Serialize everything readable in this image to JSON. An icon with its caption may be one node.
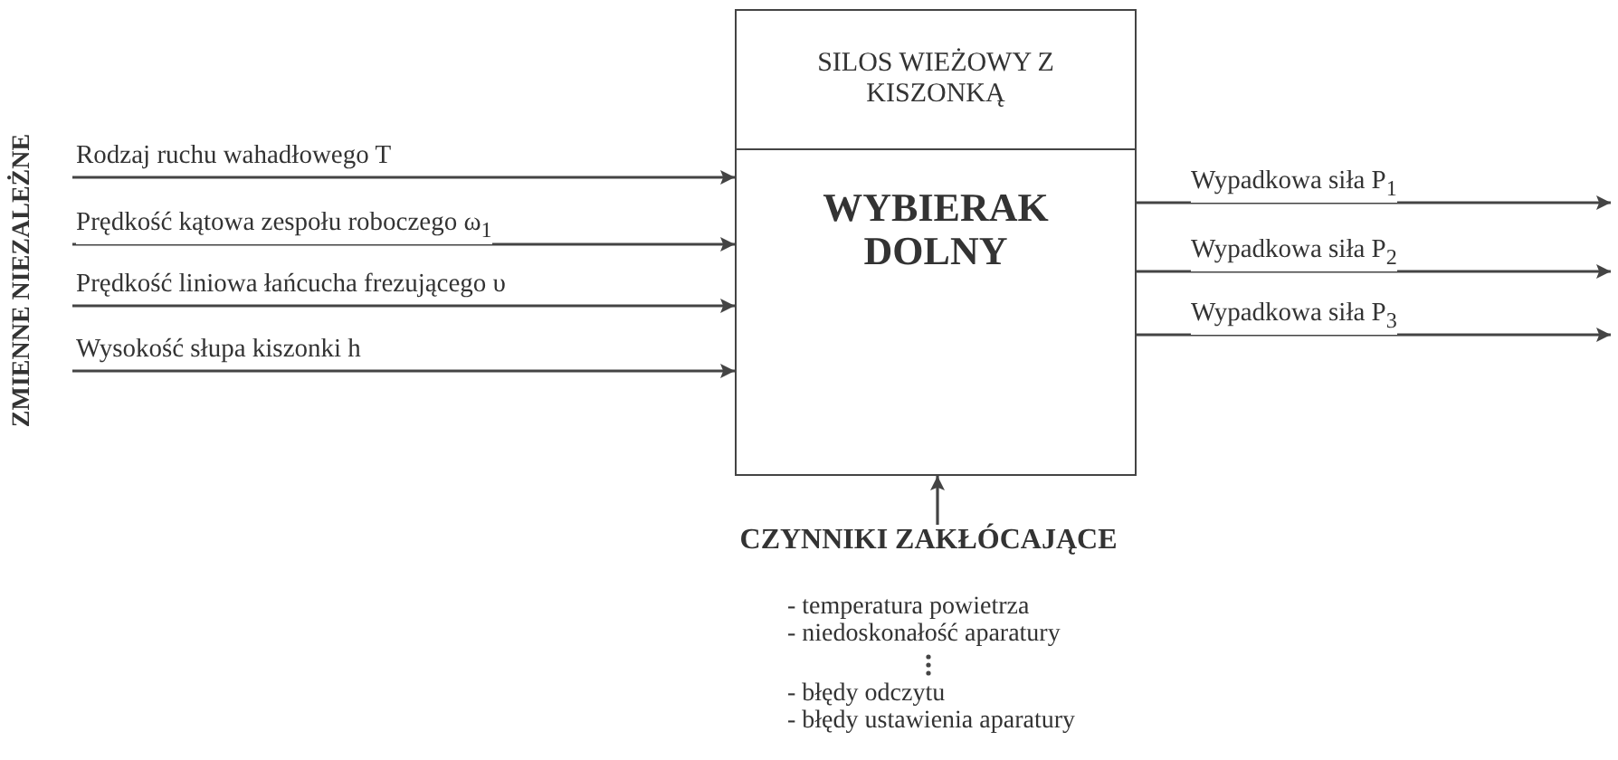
{
  "diagram": {
    "nodes": [
      {
        "text": [
          "SILOS WIEŻOWY Z KISZONKĄ"
        ]
      },
      {
        "text": [
          "WYBIERAK DOLNY"
        ]
      },
      {
        "text": [
          "CZYNNIKI ZAKŁÓCAJĄCE"
        ],
        "beside": [
          "- temperatura powietrza",
          "- niedoskonałość aparatury",
          "- błędy odczytu",
          "- błędy ustawienia aparatury"
        ]
      }
    ],
    "edges": [
      {
        "from": null,
        "to": 1,
        "arrow": "to",
        "label": "Rodzaj ruchu wahadłowego T"
      },
      {
        "from": null,
        "to": 1,
        "arrow": "to",
        "label": "Prędkość kątowa zespołu roboczego  ω$_{1}$"
      },
      {
        "from": null,
        "to": 1,
        "arrow": "to",
        "label": "Prędkość liniowa łańcucha frezującego υ"
      },
      {
        "from": null,
        "to": 1,
        "arrow": "to",
        "label": "Wysokość słupa kiszonki  h"
      },
      {
        "from": 1,
        "to": null,
        "arrow": "to",
        "label": "Wypadkowa siła P$_{1}$"
      },
      {
        "from": 1,
        "to": null,
        "arrow": "to",
        "label": "Wypadkowa siła P$_{2}$"
      },
      {
        "from": 1,
        "to": null,
        "arrow": "to",
        "label": "Wypadkowa siła P$_{3}$"
      },
      {
        "from": 2,
        "to": 1,
        "arrow": "to"
      }
    ],
    "labels": [
      "ZMIENNE NIEZALEŻNE"
    ]
  }
}
